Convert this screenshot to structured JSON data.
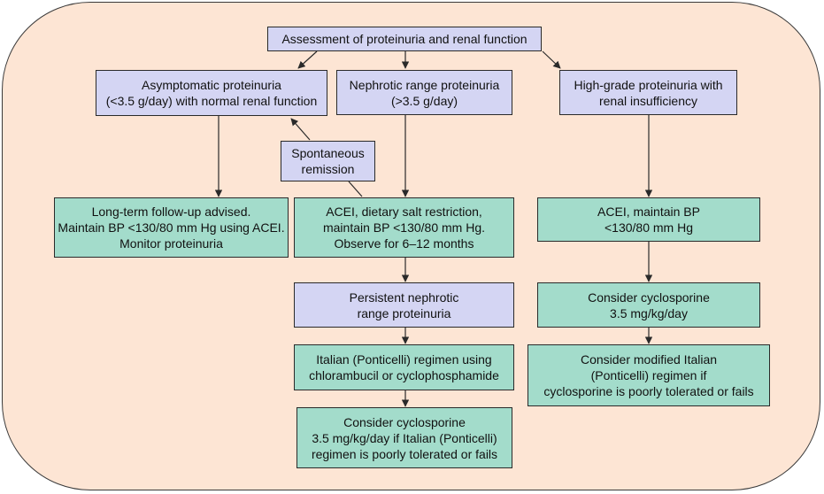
{
  "colors": {
    "background": "#fde5d4",
    "assessment_box": "#d4d5f3",
    "treatment_box": "#a3dccb",
    "stroke": "#2a2a2a"
  },
  "nodes": {
    "assessment": [
      "Assessment of proteinuria and renal function"
    ],
    "asymptomatic": [
      "Asymptomatic proteinuria",
      "(<3.5 g/day) with normal renal function"
    ],
    "nephrotic": [
      "Nephrotic range proteinuria",
      "(>3.5 g/day)"
    ],
    "high_grade": [
      "High-grade proteinuria with",
      "renal insufficiency"
    ],
    "remission": [
      "Spontaneous",
      "remission"
    ],
    "followup": [
      "Long-term follow-up advised.",
      "Maintain BP <130/80 mm Hg using ACEI.",
      "Monitor proteinuria"
    ],
    "acei_salt": [
      "ACEI, dietary salt restriction,",
      "maintain BP <130/80 mm Hg.",
      "Observe for 6–12 months"
    ],
    "acei_bp": [
      "ACEI, maintain BP",
      "<130/80 mm Hg"
    ],
    "persistent": [
      "Persistent nephrotic",
      "range proteinuria"
    ],
    "cyclo_right": [
      "Consider cyclosporine",
      "3.5 mg/kg/day"
    ],
    "italian": [
      "Italian (Ponticelli) regimen using",
      "chlorambucil or cyclophosphamide"
    ],
    "modified": [
      "Consider modified Italian",
      "(Ponticelli) regimen if",
      "cyclosporine is poorly tolerated or fails"
    ],
    "cyclo_bottom": [
      "Consider cyclosporine",
      "3.5 mg/kg/day if Italian (Ponticelli)",
      "regimen is poorly tolerated or fails"
    ]
  }
}
